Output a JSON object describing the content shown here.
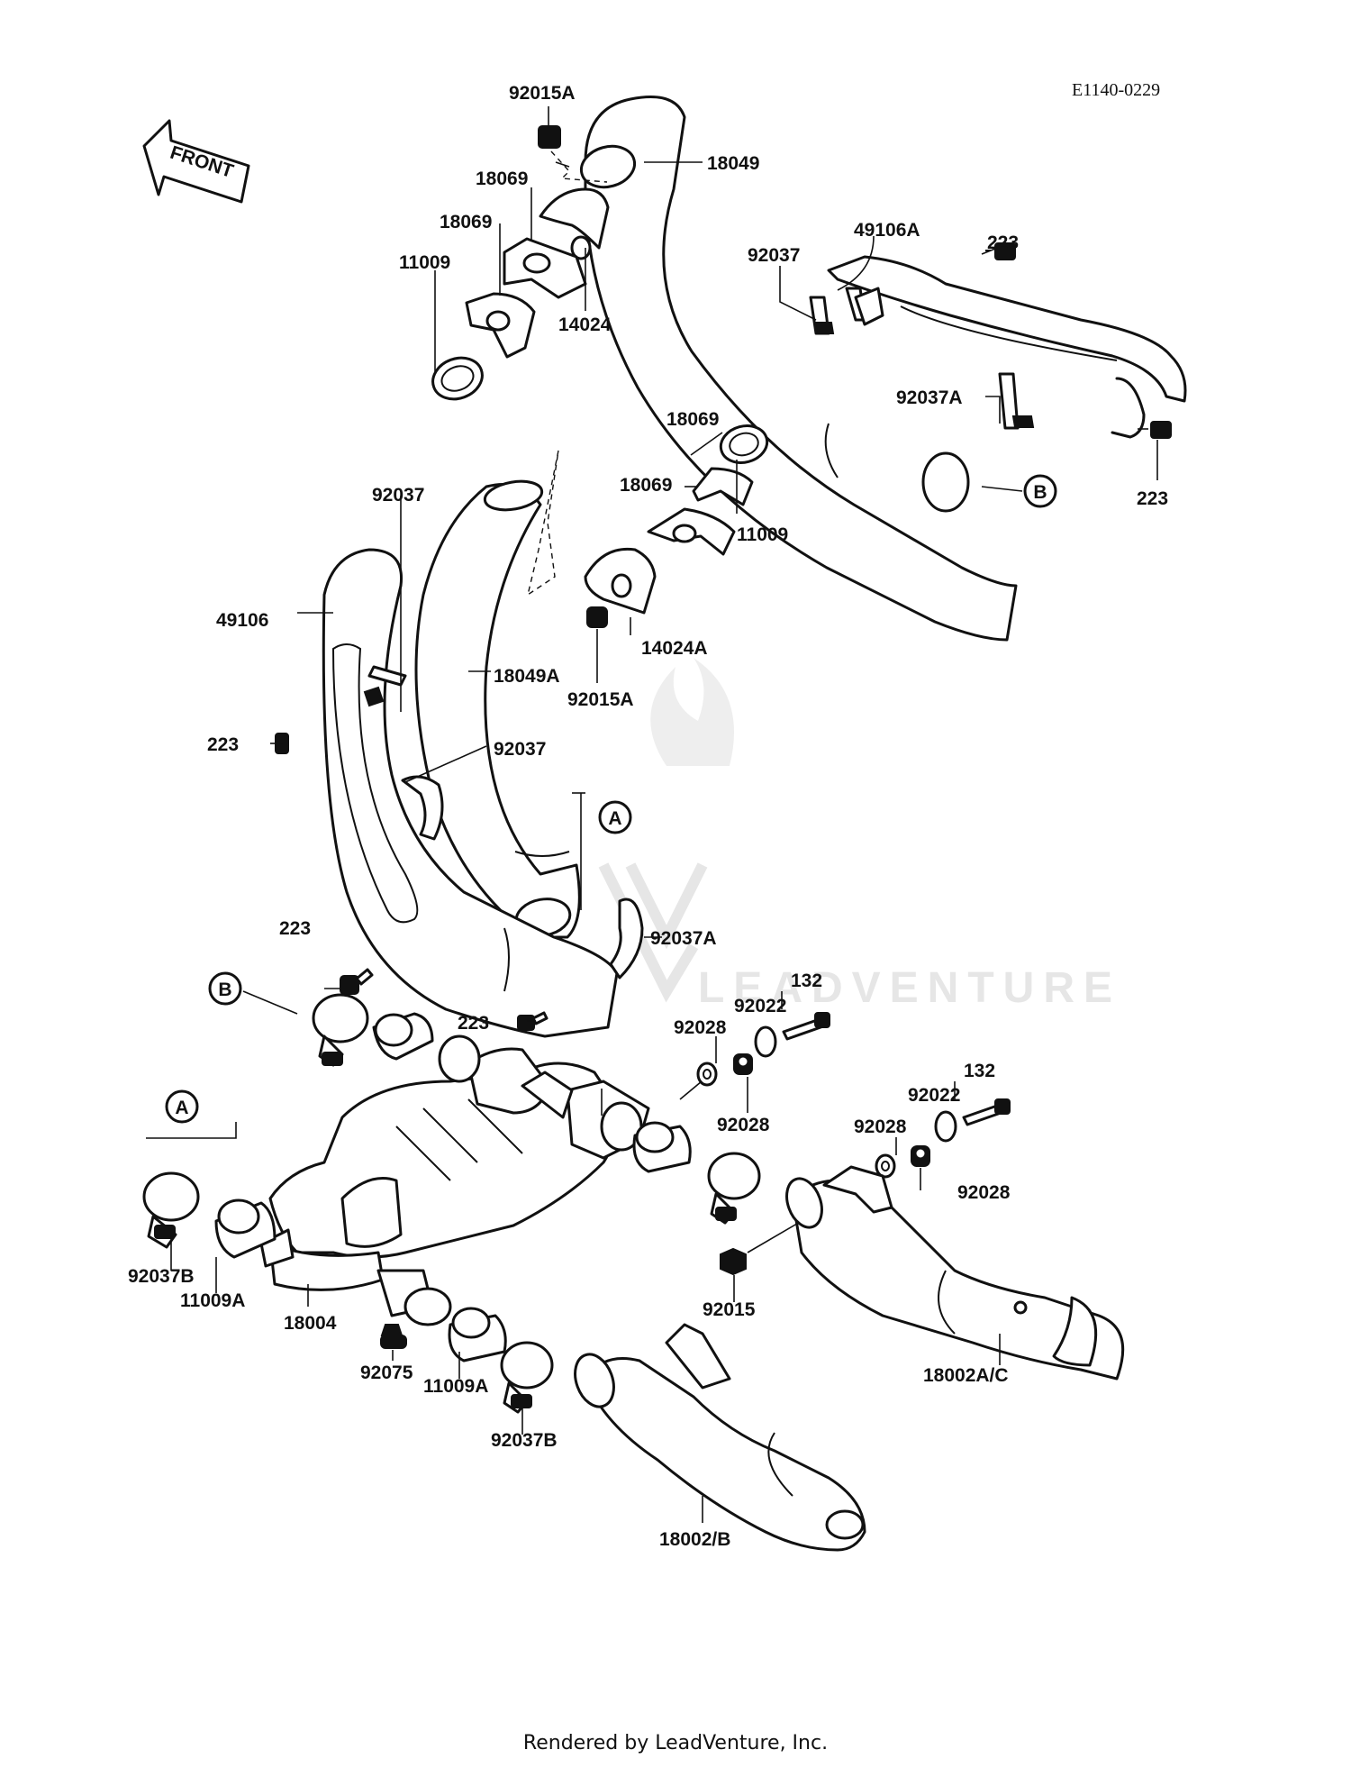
{
  "diagram_code": "E1140-0229",
  "front_label": "FRONT",
  "footer": "Rendered by LeadVenture, Inc.",
  "watermark": "LEADVENTURE",
  "callouts": {
    "a1": "A",
    "a2": "A",
    "b1": "B",
    "b2": "B"
  },
  "labels": {
    "p92015A_top": "92015A",
    "p18049": "18049",
    "p18069_a": "18069",
    "p18069_b": "18069",
    "p11009_a": "11009",
    "p14024": "14024",
    "p92037_top": "92037",
    "p49106A": "49106A",
    "p223_a": "223",
    "p92037A_top": "92037A",
    "p223_b": "223",
    "p18069_c": "18069",
    "p18069_d": "18069",
    "p11009_b": "11009",
    "p14024A": "14024A",
    "p92015A_mid": "92015A",
    "p92037_mid": "92037",
    "p49106": "49106",
    "p18049A": "18049A",
    "p223_c": "223",
    "p92037_low": "92037",
    "p223_d": "223",
    "p92037A_low": "92037A",
    "p223_e": "223",
    "p132_a": "132",
    "p92022_a": "92022",
    "p92028_a": "92028",
    "p92028_b": "92028",
    "p132_b": "132",
    "p92022_b": "92022",
    "p92028_c": "92028",
    "p92028_d": "92028",
    "p92037B_a": "92037B",
    "p11009A_a": "11009A",
    "p18004": "18004",
    "p92075": "92075",
    "p11009A_b": "11009A",
    "p92037B_b": "92037B",
    "p92015": "92015",
    "p18002AC": "18002A/C",
    "p18002B": "18002/B"
  }
}
